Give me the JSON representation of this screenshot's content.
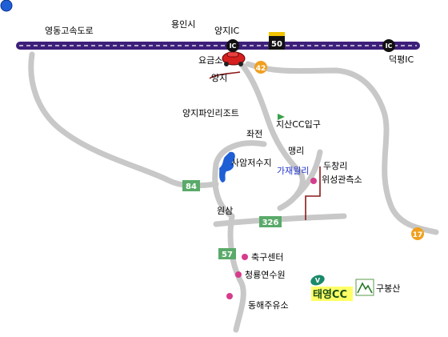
{
  "map": {
    "labels": {
      "expressway": "영동고속도로",
      "yongin": "용인시",
      "yangji_ic": "양지IC",
      "tollgate": "요금소",
      "yangji": "양지",
      "deokpyeong_ic": "덕평IC",
      "pine_resort": "양지파인리조트",
      "jisan_cc": "지산CC입구",
      "jwajeon": "좌전",
      "maengni": "맹리",
      "sawon_lake": "사암저수지",
      "gajae": "가재월리",
      "duchang": "두창리",
      "satellite": "위성관측소",
      "wonsam": "원삼",
      "soccer_center": "축구센터",
      "cheongryong": "청룡연수원",
      "donghae_gas": "동해주유소",
      "taeyoung_cc": "태영CC",
      "gubongsan": "구봉산"
    },
    "shields": {
      "route_50": "50",
      "route_42": "42",
      "route_84": "84",
      "route_326": "326",
      "route_57": "57",
      "route_17": "17"
    },
    "ic_badge": "IC",
    "golf_badge": "V",
    "colors": {
      "expressway": "#3d1f7a",
      "road": "#c8c8c8",
      "local_road": "#8b1a1a",
      "green_shield": "#5aaa6a",
      "orange_shield": "#f0a020",
      "poi": "#d63c8c",
      "lake": "#1f5fd6",
      "destination_bg": "#ffff66"
    }
  }
}
